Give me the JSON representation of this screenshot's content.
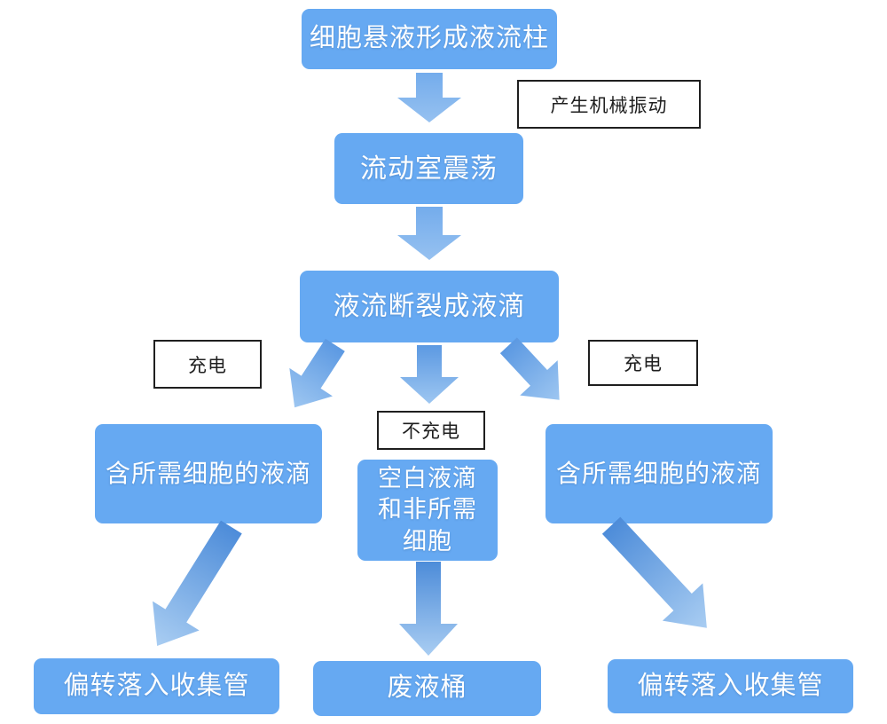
{
  "nodes": {
    "suspension": {
      "label": "细胞悬液形成液流柱"
    },
    "flow_chamber": {
      "label": "流动室震荡"
    },
    "breakup": {
      "label": "液流断裂成液滴"
    },
    "left_droplet": {
      "label": "含所需细胞的液滴"
    },
    "center_droplet": {
      "lines": [
        "空白液滴",
        "和非所需",
        "细胞"
      ]
    },
    "right_droplet": {
      "label": "含所需细胞的液滴"
    },
    "bottom_left": {
      "label": "偏转落入收集管"
    },
    "waste": {
      "label": "废液桶"
    },
    "bottom_right": {
      "label": "偏转落入收集管"
    }
  },
  "labels": {
    "vibration": "产生机械振动",
    "charge_left": "充电",
    "charge_right": "充电",
    "no_charge": "不充电"
  },
  "colors": {
    "node_fill": "#66A9F2",
    "node_text": "#FFFFFF",
    "tag_bg": "#FFFFFF",
    "tag_border": "#1F1F1F",
    "tag_text": "#1F1F1F",
    "arrow_short_top": "#74ACEC",
    "arrow_short_bottom": "#96C1F0",
    "arrow_mid_top": "#5C99E2",
    "arrow_mid_bottom": "#9DC6F1",
    "arrow_long_top": "#4D8CD9",
    "arrow_long_bottom": "#A9CDF2",
    "page_bg": "#FFFFFF"
  }
}
